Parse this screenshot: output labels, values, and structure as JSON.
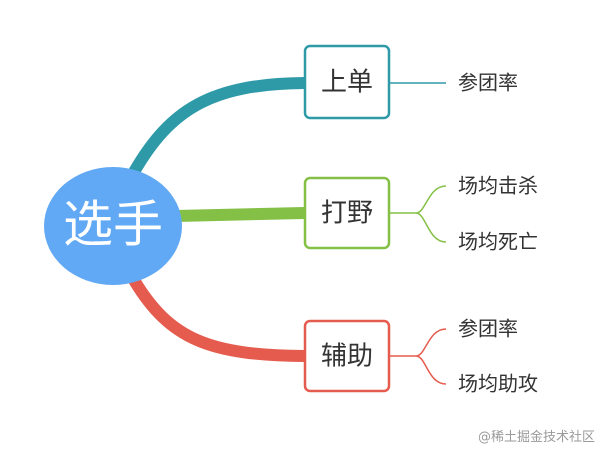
{
  "root": {
    "label": "选手",
    "color": "#62a9f5"
  },
  "branches": [
    {
      "label": "上单",
      "color": "#2e9aa8",
      "leaves": [
        "参团率"
      ]
    },
    {
      "label": "打野",
      "color": "#84c046",
      "leaves": [
        "场均击杀",
        "场均死亡"
      ]
    },
    {
      "label": "辅助",
      "color": "#e55b4e",
      "leaves": [
        "参团率",
        "场均助攻"
      ]
    }
  ],
  "watermark": "@稀土掘金技术社区"
}
